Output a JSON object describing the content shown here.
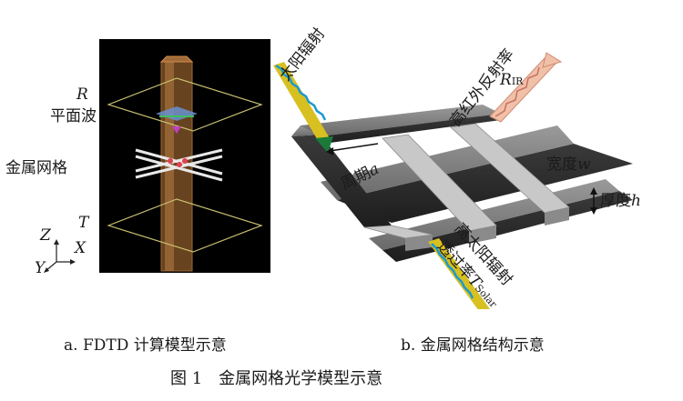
{
  "panel_a": {
    "label_R": "R",
    "label_plane_wave": "平面波",
    "label_metal_mesh": "金属网格",
    "label_T": "T",
    "axis_z": "Z",
    "axis_x": "X",
    "axis_y": "Y"
  },
  "panel_b": {
    "label_solar": "太阳辐射",
    "label_ir_reflect": "高红外反射率",
    "label_R": "R",
    "label_R_sub": "IR",
    "label_period": "周期",
    "label_period_var": "a",
    "label_width": "宽度",
    "label_width_var": "w",
    "label_thickness": "厚度",
    "label_thickness_var": "h",
    "label_high_solar_1": "高太阳辐射",
    "label_high_solar_2": "透过率",
    "label_T": "T",
    "label_T_sub": "Solar"
  },
  "captions": {
    "sub_a": "a. FDTD 计算模型示意",
    "sub_b": "b. 金属网格结构示意",
    "figure": "图 1　金属网格光学模型示意"
  }
}
